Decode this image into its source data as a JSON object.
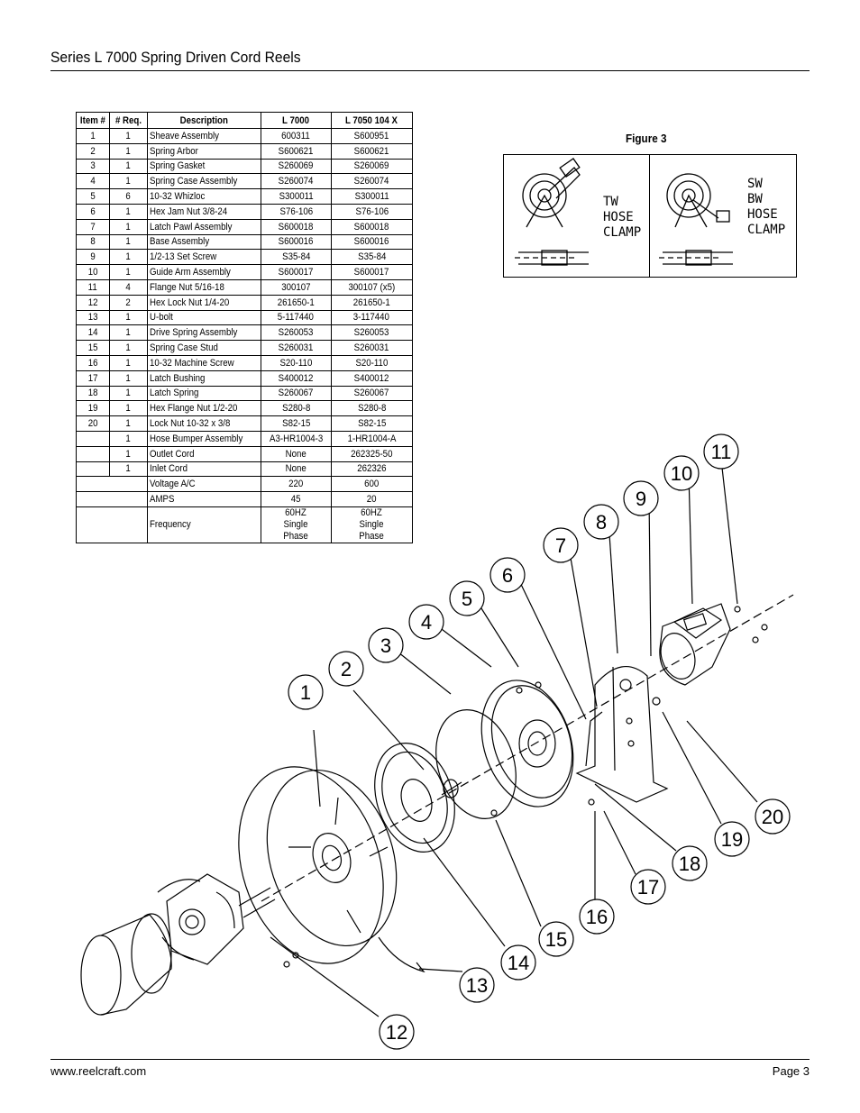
{
  "header": {
    "title": "Series L 7000 Spring Driven Cord Reels"
  },
  "table": {
    "headers": [
      "Item #",
      "# Req.",
      "Description",
      "L 7000",
      "L 7050 104 X"
    ],
    "rows": [
      [
        "1",
        "1",
        "Sheave Assembly",
        "600311",
        "S600951"
      ],
      [
        "2",
        "1",
        "Spring Arbor",
        "S600621",
        "S600621"
      ],
      [
        "3",
        "1",
        "Spring Gasket",
        "S260069",
        "S260069"
      ],
      [
        "4",
        "1",
        "Spring Case Assembly",
        "S260074",
        "S260074"
      ],
      [
        "5",
        "6",
        "10-32 Whizloc",
        "S300011",
        "S300011"
      ],
      [
        "6",
        "1",
        "Hex Jam Nut 3/8-24",
        "S76-106",
        "S76-106"
      ],
      [
        "7",
        "1",
        "Latch Pawl Assembly",
        "S600018",
        "S600018"
      ],
      [
        "8",
        "1",
        "Base Assembly",
        "S600016",
        "S600016"
      ],
      [
        "9",
        "1",
        "1/2-13 Set Screw",
        "S35-84",
        "S35-84"
      ],
      [
        "10",
        "1",
        "Guide Arm Assembly",
        "S600017",
        "S600017"
      ],
      [
        "11",
        "4",
        "Flange Nut 5/16-18",
        "300107",
        "300107 (x5)"
      ],
      [
        "12",
        "2",
        "Hex Lock Nut 1/4-20",
        "261650-1",
        "261650-1"
      ],
      [
        "13",
        "1",
        "U-bolt",
        "5-117440",
        "3-117440"
      ],
      [
        "14",
        "1",
        "Drive Spring Assembly",
        "S260053",
        "S260053"
      ],
      [
        "15",
        "1",
        "Spring Case Stud",
        "S260031",
        "S260031"
      ],
      [
        "16",
        "1",
        "10-32 Machine Screw",
        "S20-110",
        "S20-110"
      ],
      [
        "17",
        "1",
        "Latch Bushing",
        "S400012",
        "S400012"
      ],
      [
        "18",
        "1",
        "Latch Spring",
        "S260067",
        "S260067"
      ],
      [
        "19",
        "1",
        "Hex Flange Nut 1/2-20",
        "S280-8",
        "S280-8"
      ],
      [
        "20",
        "1",
        "Lock Nut 10-32 x 3/8",
        "S82-15",
        "S82-15"
      ],
      [
        "",
        "1",
        "Hose Bumper Assembly",
        "A3-HR1004-3",
        "1-HR1004-A"
      ],
      [
        "",
        "1",
        "Outlet Cord",
        "None",
        "262325-50"
      ],
      [
        "",
        "1",
        "Inlet Cord",
        "None",
        "262326"
      ]
    ],
    "specs": [
      [
        "Voltage A/C",
        "220",
        "600"
      ],
      [
        "AMPS",
        "45",
        "20"
      ]
    ],
    "frequency": {
      "label": "Frequency",
      "l7000": "60HZ Single Phase",
      "l7050": "60HZ Single Phase"
    }
  },
  "figure3": {
    "caption": "Figure 3",
    "left_label": "TW\nHOSE\nCLAMP",
    "right_label": "SW\nBW\nHOSE\nCLAMP"
  },
  "diagram": {
    "callouts": [
      "1",
      "2",
      "3",
      "4",
      "5",
      "6",
      "7",
      "8",
      "9",
      "10",
      "11",
      "12",
      "13",
      "14",
      "15",
      "16",
      "17",
      "18",
      "19",
      "20"
    ]
  },
  "footer": {
    "url": "www.reelcraft.com",
    "page": "Page 3"
  }
}
